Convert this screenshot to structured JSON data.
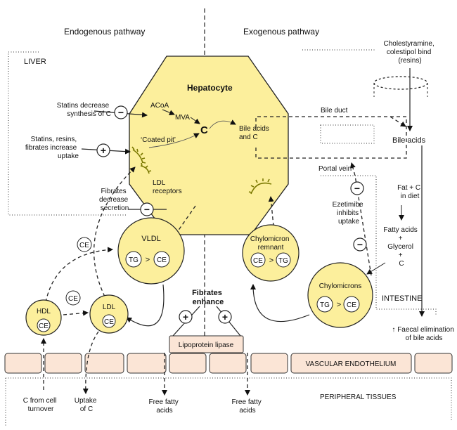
{
  "headings": {
    "endogenous": "Endogenous pathway",
    "exogenous": "Exogenous pathway"
  },
  "regions": {
    "liver": "LIVER",
    "intestine": "INTESTINE",
    "vascular": "VASCULAR ENDOTHELIUM",
    "peripheral": "PERIPHERAL TISSUES"
  },
  "hepatocyte": {
    "title": "Hepatocyte",
    "acoa": "ACoA",
    "mva": "MVA",
    "c": "C",
    "coated_pit": "‘Coated pit’",
    "ldl_receptors": [
      "LDL",
      "receptors"
    ],
    "bile_acids_c": [
      "Bile acids",
      "and C"
    ]
  },
  "annotations": {
    "statins_decrease": [
      "Statins decrease",
      "synthesis of C"
    ],
    "statins_resins": [
      "Statins, resins,",
      "fibrates increase",
      "uptake"
    ],
    "fibrates_decrease": [
      "Fibrates",
      "decrease",
      "secretion"
    ],
    "fibrates_enhance": [
      "Fibrates",
      "enhance"
    ],
    "resins": [
      "Cholestyramine,",
      "colestipol bind",
      "(resins)"
    ],
    "bile_duct": "Bile duct",
    "bile_acids": "Bile acids",
    "portal_vein": "Portal vein",
    "ezetimibe": [
      "Ezetimibe",
      "inhibits",
      "uptake"
    ],
    "fat_c": [
      "Fat + C",
      "in diet"
    ],
    "fatty_acids_glycerol": [
      "Fatty acids",
      "+",
      "Glycerol",
      "+",
      "C"
    ],
    "faecal": [
      "↑ Faecal elimination",
      "of bile acids"
    ],
    "c_from_cell": [
      "C from cell",
      "turnover"
    ],
    "uptake_c": [
      "Uptake",
      "of C"
    ],
    "ffa1": [
      "Free fatty",
      "acids"
    ],
    "ffa2": [
      "Free fatty",
      "acids"
    ]
  },
  "particles": {
    "vldl": {
      "label": "VLDL",
      "left": "TG",
      "op": ">",
      "right": "CE"
    },
    "chylo_remnant": {
      "label": [
        "Chylomicron",
        "remnant"
      ],
      "left": "CE",
      "op": ">",
      "right": "TG"
    },
    "chylomicrons": {
      "label": "Chylomicrons",
      "left": "TG",
      "op": ">",
      "right": "CE"
    },
    "hdl": {
      "label": "HDL",
      "inner": "CE"
    },
    "ldl": {
      "label": "LDL",
      "inner": "CE"
    },
    "ce_top": "CE",
    "ce_mid": "CE"
  },
  "lipoprotein_lipase": "Lipoprotein lipase",
  "signs": {
    "minus": "−",
    "plus": "+"
  },
  "colors": {
    "particle_fill": "#fcef9c",
    "endothelium_fill": "#fbe5d6",
    "receptor": "#b8b400"
  }
}
